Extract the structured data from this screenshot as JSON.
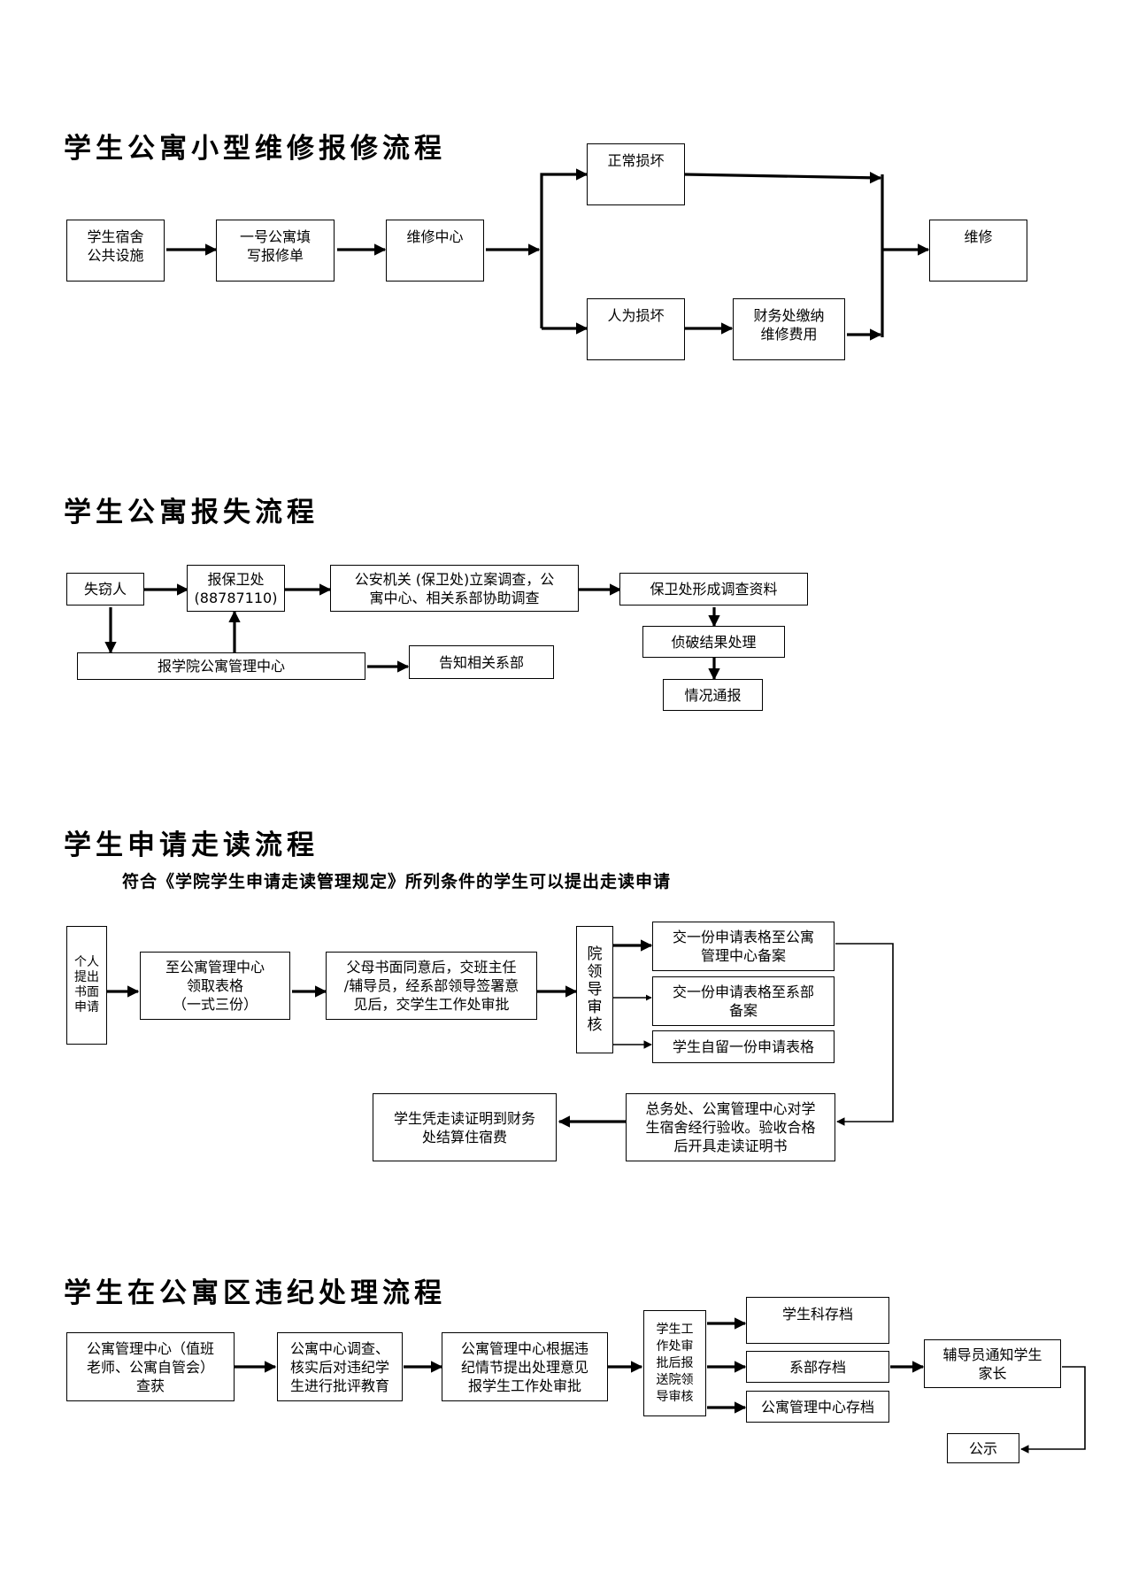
{
  "section1": {
    "title": "学生公寓小型维修报修流程",
    "nodes": {
      "facility": "学生宿舍\n公共设施",
      "form": "一号公寓填\n写报修单",
      "center": "维修中心",
      "normal": "正常损坏",
      "human": "人为损坏",
      "finance": "财务处缴纳\n维修费用",
      "repair": "维修"
    }
  },
  "section2": {
    "title": "学生公寓报失流程",
    "nodes": {
      "victim": "失窃人",
      "security": "报保卫处\n(88787110)",
      "police": "公安机关 (保卫处)立案调查，公\n寓中心、相关系部协助调查",
      "data": "保卫处形成调查资料",
      "apt_center": "报学院公寓管理中心",
      "notify_dept": "告知相关系部",
      "result": "侦破结果处理",
      "report": "情况通报"
    }
  },
  "section3": {
    "title": "学生申请走读流程",
    "subtitle": "符合《学院学生申请走读管理规定》所列条件的学生可以提出走读申请",
    "nodes": {
      "personal": "个人\n提出\n书面\n申请",
      "get_form": "至公寓管理中心\n领取表格\n（一式三份）",
      "parents": "父母书面同意后，交班主任\n/辅导员，经系部领导签署意\n见后，交学生工作处审批",
      "leader": "院\n领\n导\n审\n核",
      "copy1": "交一份申请表格至公寓\n管理中心备案",
      "copy2": "交一份申请表格至系部\n备案",
      "copy3": "学生自留一份申请表格",
      "acceptance": "总务处、公寓管理中心对学\n生宿舍经行验收。验收合格\n后开具走读证明书",
      "settle": "学生凭走读证明到财务\n处结算住宿费"
    }
  },
  "section4": {
    "title": "学生在公寓区违纪处理流程",
    "nodes": {
      "found": "公寓管理中心（值班\n老师、公寓自管会）\n查获",
      "investigate": "公寓中心调查、\n核实后对违纪学\n生进行批评教育",
      "propose": "公寓管理中心根据违\n纪情节提出处理意见\n报学生工作处审批",
      "approve": "学生工\n作处审\n批后报\n送院领\n导审核",
      "archive_office": "学生科存档",
      "archive_dept": "系部存档",
      "archive_center": "公寓管理中心存档",
      "counselor": "辅导员通知学生\n家长",
      "publicize": "公示"
    }
  }
}
